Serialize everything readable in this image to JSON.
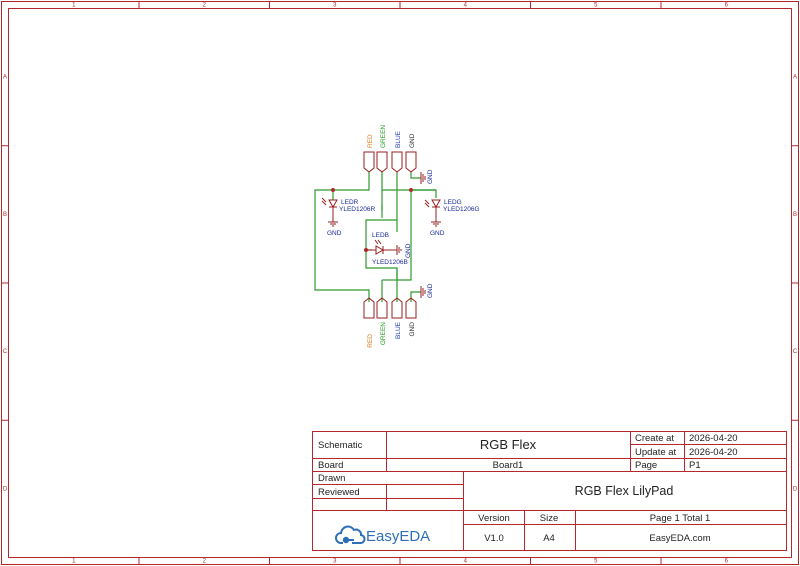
{
  "frame": {
    "columns": [
      "1",
      "2",
      "3",
      "4",
      "5",
      "6"
    ],
    "rows": [
      "A",
      "B",
      "C",
      "D"
    ]
  },
  "nets": {
    "top": [
      "RED",
      "GREEN",
      "BLUE",
      "GND"
    ],
    "bottom": [
      "RED",
      "GREEN",
      "BLUE",
      "GND"
    ],
    "gnd": "GND"
  },
  "components": {
    "ledr": {
      "ref": "LEDR",
      "value": "YLED1206R"
    },
    "ledg": {
      "ref": "LEDG",
      "value": "YLED1206G"
    },
    "ledb": {
      "ref": "LEDB",
      "value": "YLED1206B"
    }
  },
  "title_block": {
    "schematic_label": "Schematic",
    "title": "RGB Flex",
    "create_at_label": "Create at",
    "create_at": "2026-04-20",
    "update_at_label": "Update at",
    "update_at": "2026-04-20",
    "board_label": "Board",
    "board": "Board1",
    "page_label": "Page",
    "page": "P1",
    "drawn_label": "Drawn",
    "reviewed_label": "Reviewed",
    "project": "RGB Flex LilyPad",
    "version_label": "Version",
    "version": "V1.0",
    "size_label": "Size",
    "size": "A4",
    "page_total": "Page  1  Total  1",
    "logo_text": "EasyEDA",
    "site": "EasyEDA.com"
  },
  "colors": {
    "border": "#b4282c",
    "wire": "#2e9a2e",
    "part": "#9a1f1f",
    "label_text": "#1a2a9a",
    "red_net": "#e07a1f",
    "green_net": "#2a9d2a",
    "blue_net": "#1f3fb0",
    "gnd_net": "#333333",
    "logo": "#2f6fb7"
  }
}
